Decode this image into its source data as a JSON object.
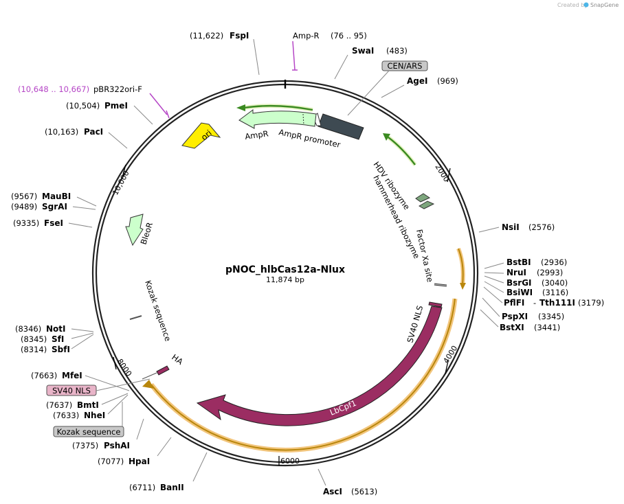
{
  "credit": {
    "prefix": "Created by",
    "brand": "SnapGene"
  },
  "plasmid": {
    "name": "pNOC_hlbCas12a-Nlux",
    "size": "11,874 bp"
  },
  "ticks": [
    "2000",
    "4000",
    "6000",
    "8000",
    "10,000"
  ],
  "enzymes": [
    {
      "name": "FspI",
      "pos": "(11,622)"
    },
    {
      "name": "SwaI",
      "pos": "(483)"
    },
    {
      "name": "AgeI",
      "pos": "(969)"
    },
    {
      "name": "NsiI",
      "pos": "(2576)"
    },
    {
      "name": "BstBI",
      "pos": "(2936)"
    },
    {
      "name": "NruI",
      "pos": "(2993)"
    },
    {
      "name": "BsrGI",
      "pos": "(3040)"
    },
    {
      "name": "BsiWI",
      "pos": "(3116)"
    },
    {
      "name": "PflFI",
      "pos": "(3179)",
      "name2": "Tth111I",
      "sep": "-"
    },
    {
      "name": "PspXI",
      "pos": "(3345)"
    },
    {
      "name": "BstXI",
      "pos": "(3441)"
    },
    {
      "name": "AscI",
      "pos": "(5613)"
    },
    {
      "name": "BanII",
      "pos": "(6711)"
    },
    {
      "name": "HpaI",
      "pos": "(7077)"
    },
    {
      "name": "PshAI",
      "pos": "(7375)"
    },
    {
      "name": "NheI",
      "pos": "(7633)"
    },
    {
      "name": "BmtI",
      "pos": "(7637)"
    },
    {
      "name": "MfeI",
      "pos": "(7663)"
    },
    {
      "name": "SbfI",
      "pos": "(8314)"
    },
    {
      "name": "SfI",
      "pos": "(8345)"
    },
    {
      "name": "NotI",
      "pos": "(8346)"
    },
    {
      "name": "FseI",
      "pos": "(9335)"
    },
    {
      "name": "SgrAI",
      "pos": "(9489)"
    },
    {
      "name": "MauBI",
      "pos": "(9567)"
    },
    {
      "name": "PacI",
      "pos": "(10,163)"
    },
    {
      "name": "PmeI",
      "pos": "(10,504)"
    }
  ],
  "primers": [
    {
      "name": "Amp-R",
      "range": "(76 .. 95)"
    },
    {
      "name": "pBR322ori-F",
      "range": "(10,648 .. 10,667)"
    }
  ],
  "boxed_labels": [
    "CEN/ARS",
    "SV40 NLS",
    "Kozak sequence"
  ],
  "features": {
    "ampr": "AmpR",
    "ampr_promoter": "AmpR promoter",
    "ori": "ori",
    "bleor": "BleoR",
    "hdv": "HDV ribozyme",
    "hammerhead": "hammerhead ribozyme",
    "factor_xa": "Factor Xa site",
    "sv40": "SV40 NLS",
    "lbcpf1": "LbCpf1",
    "kozak": "Kozak sequence",
    "ha": "HA"
  },
  "colors": {
    "primer": "#b545c6",
    "ori": "#ffee00",
    "ampr": "#ccffcc",
    "promoter": "#3e4a52",
    "lbcpf1": "#9b2d62",
    "orf_highlight": "#f2c57c",
    "orf_arrow": "#b8860b",
    "cen_ars_box": "#c8c8c8",
    "sv40_box": "#e8b4c8",
    "ribozyme": "#7da67d"
  }
}
